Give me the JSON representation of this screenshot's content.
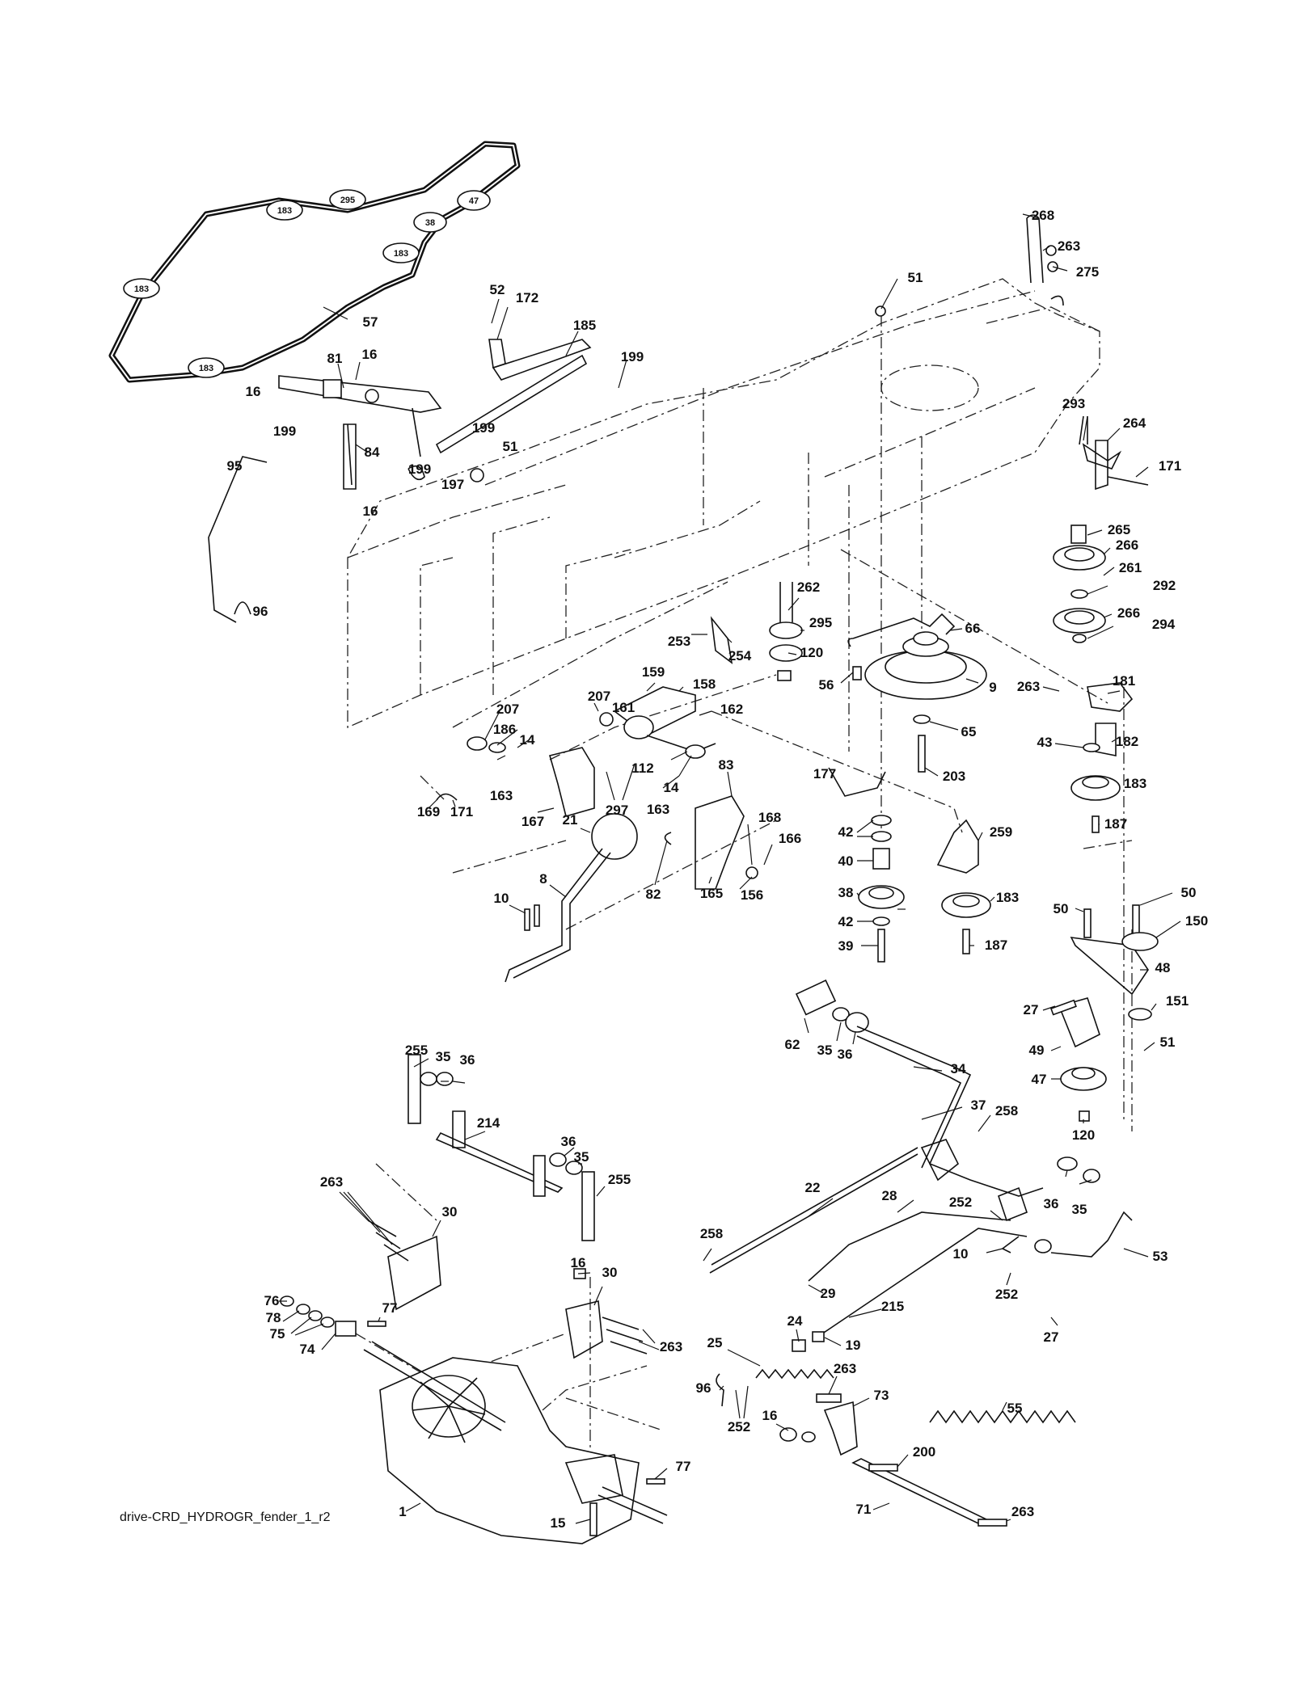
{
  "diagram": {
    "caption": "drive-CRD_HYDROGR_fender_1_r2",
    "belt_badges": [
      "183",
      "295",
      "47",
      "38",
      "183",
      "183",
      "183"
    ],
    "callouts": [
      "57",
      "268",
      "263",
      "275",
      "51",
      "52",
      "172",
      "185",
      "199",
      "81",
      "16",
      "16",
      "84",
      "199",
      "199",
      "51",
      "197",
      "16",
      "199",
      "95",
      "96",
      "293",
      "264",
      "171",
      "265",
      "266",
      "261",
      "292",
      "266",
      "294",
      "262",
      "295",
      "120",
      "56",
      "66",
      "9",
      "253",
      "254",
      "161",
      "159",
      "158",
      "207",
      "162",
      "207",
      "186",
      "14",
      "112",
      "14",
      "163",
      "163",
      "297",
      "167",
      "169",
      "171",
      "83",
      "168",
      "166",
      "82",
      "165",
      "156",
      "21",
      "10",
      "8",
      "177",
      "65",
      "203",
      "263",
      "181",
      "43",
      "182",
      "183",
      "187",
      "42",
      "40",
      "38",
      "42",
      "39",
      "259",
      "183",
      "187",
      "50",
      "50",
      "150",
      "48",
      "27",
      "151",
      "49",
      "47",
      "51",
      "120",
      "62",
      "35",
      "36",
      "34",
      "37",
      "258",
      "255",
      "35",
      "36",
      "214",
      "36",
      "35",
      "255",
      "263",
      "30",
      "22",
      "28",
      "252",
      "10",
      "36",
      "35",
      "53",
      "258",
      "29",
      "252",
      "27",
      "16",
      "30",
      "76",
      "78",
      "75",
      "77",
      "74",
      "263",
      "24",
      "19",
      "215",
      "25",
      "96",
      "252",
      "263",
      "73",
      "16",
      "55",
      "200",
      "71",
      "263",
      "1",
      "77",
      "15"
    ]
  }
}
